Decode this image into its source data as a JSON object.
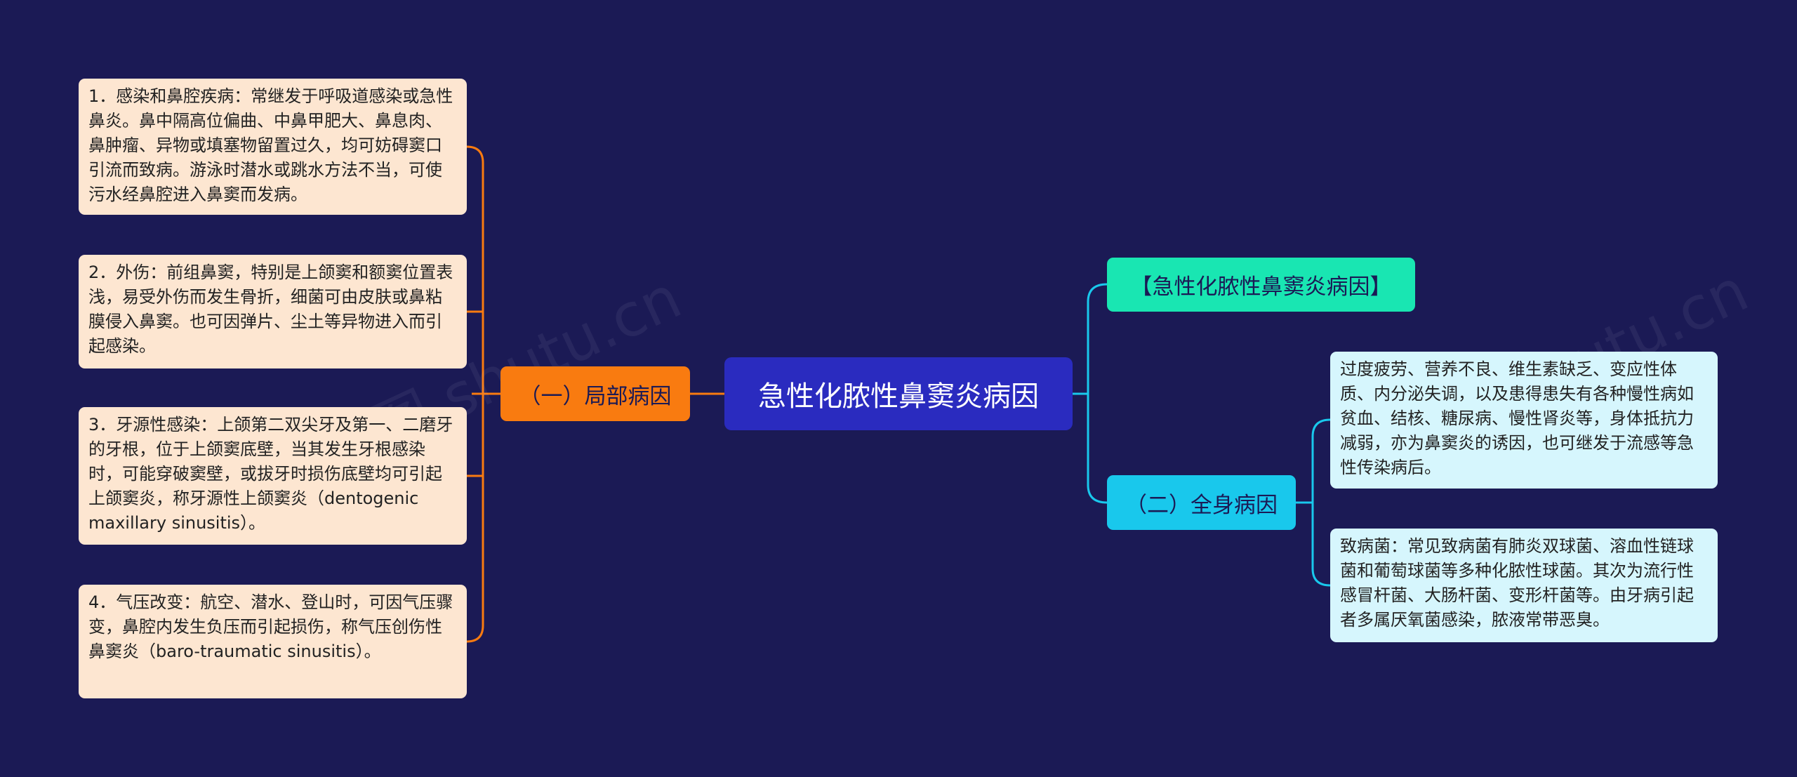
{
  "root": {
    "label": "急性化脓性鼻窦炎病因"
  },
  "left_branch": {
    "label": "（一）局部病因",
    "items": [
      "1．感染和鼻腔疾病：常继发于呼吸道感染或急性鼻炎。鼻中隔高位偏曲、中鼻甲肥大、鼻息肉、鼻肿瘤、异物或填塞物留置过久，均可妨碍窦口引流而致病。游泳时潜水或跳水方法不当，可使污水经鼻腔进入鼻窦而发病。",
      "2．外伤：前组鼻窦，特别是上颌窦和额窦位置表浅，易受外伤而发生骨折，细菌可由皮肤或鼻粘膜侵入鼻窦。也可因弹片、尘土等异物进入而引起感染。",
      "3．牙源性感染：上颌第二双尖牙及第一、二磨牙的牙根，位于上颌窦底壁，当其发生牙根感染时，可能穿破窦壁，或拔牙时损伤底壁均可引起上颌窦炎，称牙源性上颌窦炎（dentogenic maxillary sinusitis）。",
      "4．气压改变：航空、潜水、登山时，可因气压骤变，鼻腔内发生负压而引起损伤，称气压创伤性鼻窦炎（baro-traumatic sinusitis）。"
    ]
  },
  "right_title": {
    "label": "【急性化脓性鼻窦炎病因】"
  },
  "right_branch": {
    "label": "（二）全身病因",
    "items": [
      "过度疲劳、营养不良、维生素缺乏、变应性体质、内分泌失调，以及患得患失有各种慢性病如贫血、结核、糖尿病、慢性肾炎等，身体抵抗力减弱，亦为鼻窦炎的诱因，也可继发于流感等急性传染病后。",
      "致病菌：常见致病菌有肺炎双球菌、溶血性链球菌和葡萄球菌等多种化脓性球菌。其次为流行性感冒杆菌、大肠杆菌、变形杆菌等。由牙病引起者多属厌氧菌感染，脓液常带恶臭。"
    ]
  },
  "watermarks": [
    "树图 shutu.cn",
    "树图 shutu.cn"
  ],
  "colors": {
    "background": "#1b1a55",
    "root": "#2a2bbf",
    "left_branch": "#f97b10",
    "left_leaf": "#fde6d1",
    "right_title": "#19e6b2",
    "right_branch": "#19c8ec",
    "right_leaf": "#d6f6fd"
  }
}
